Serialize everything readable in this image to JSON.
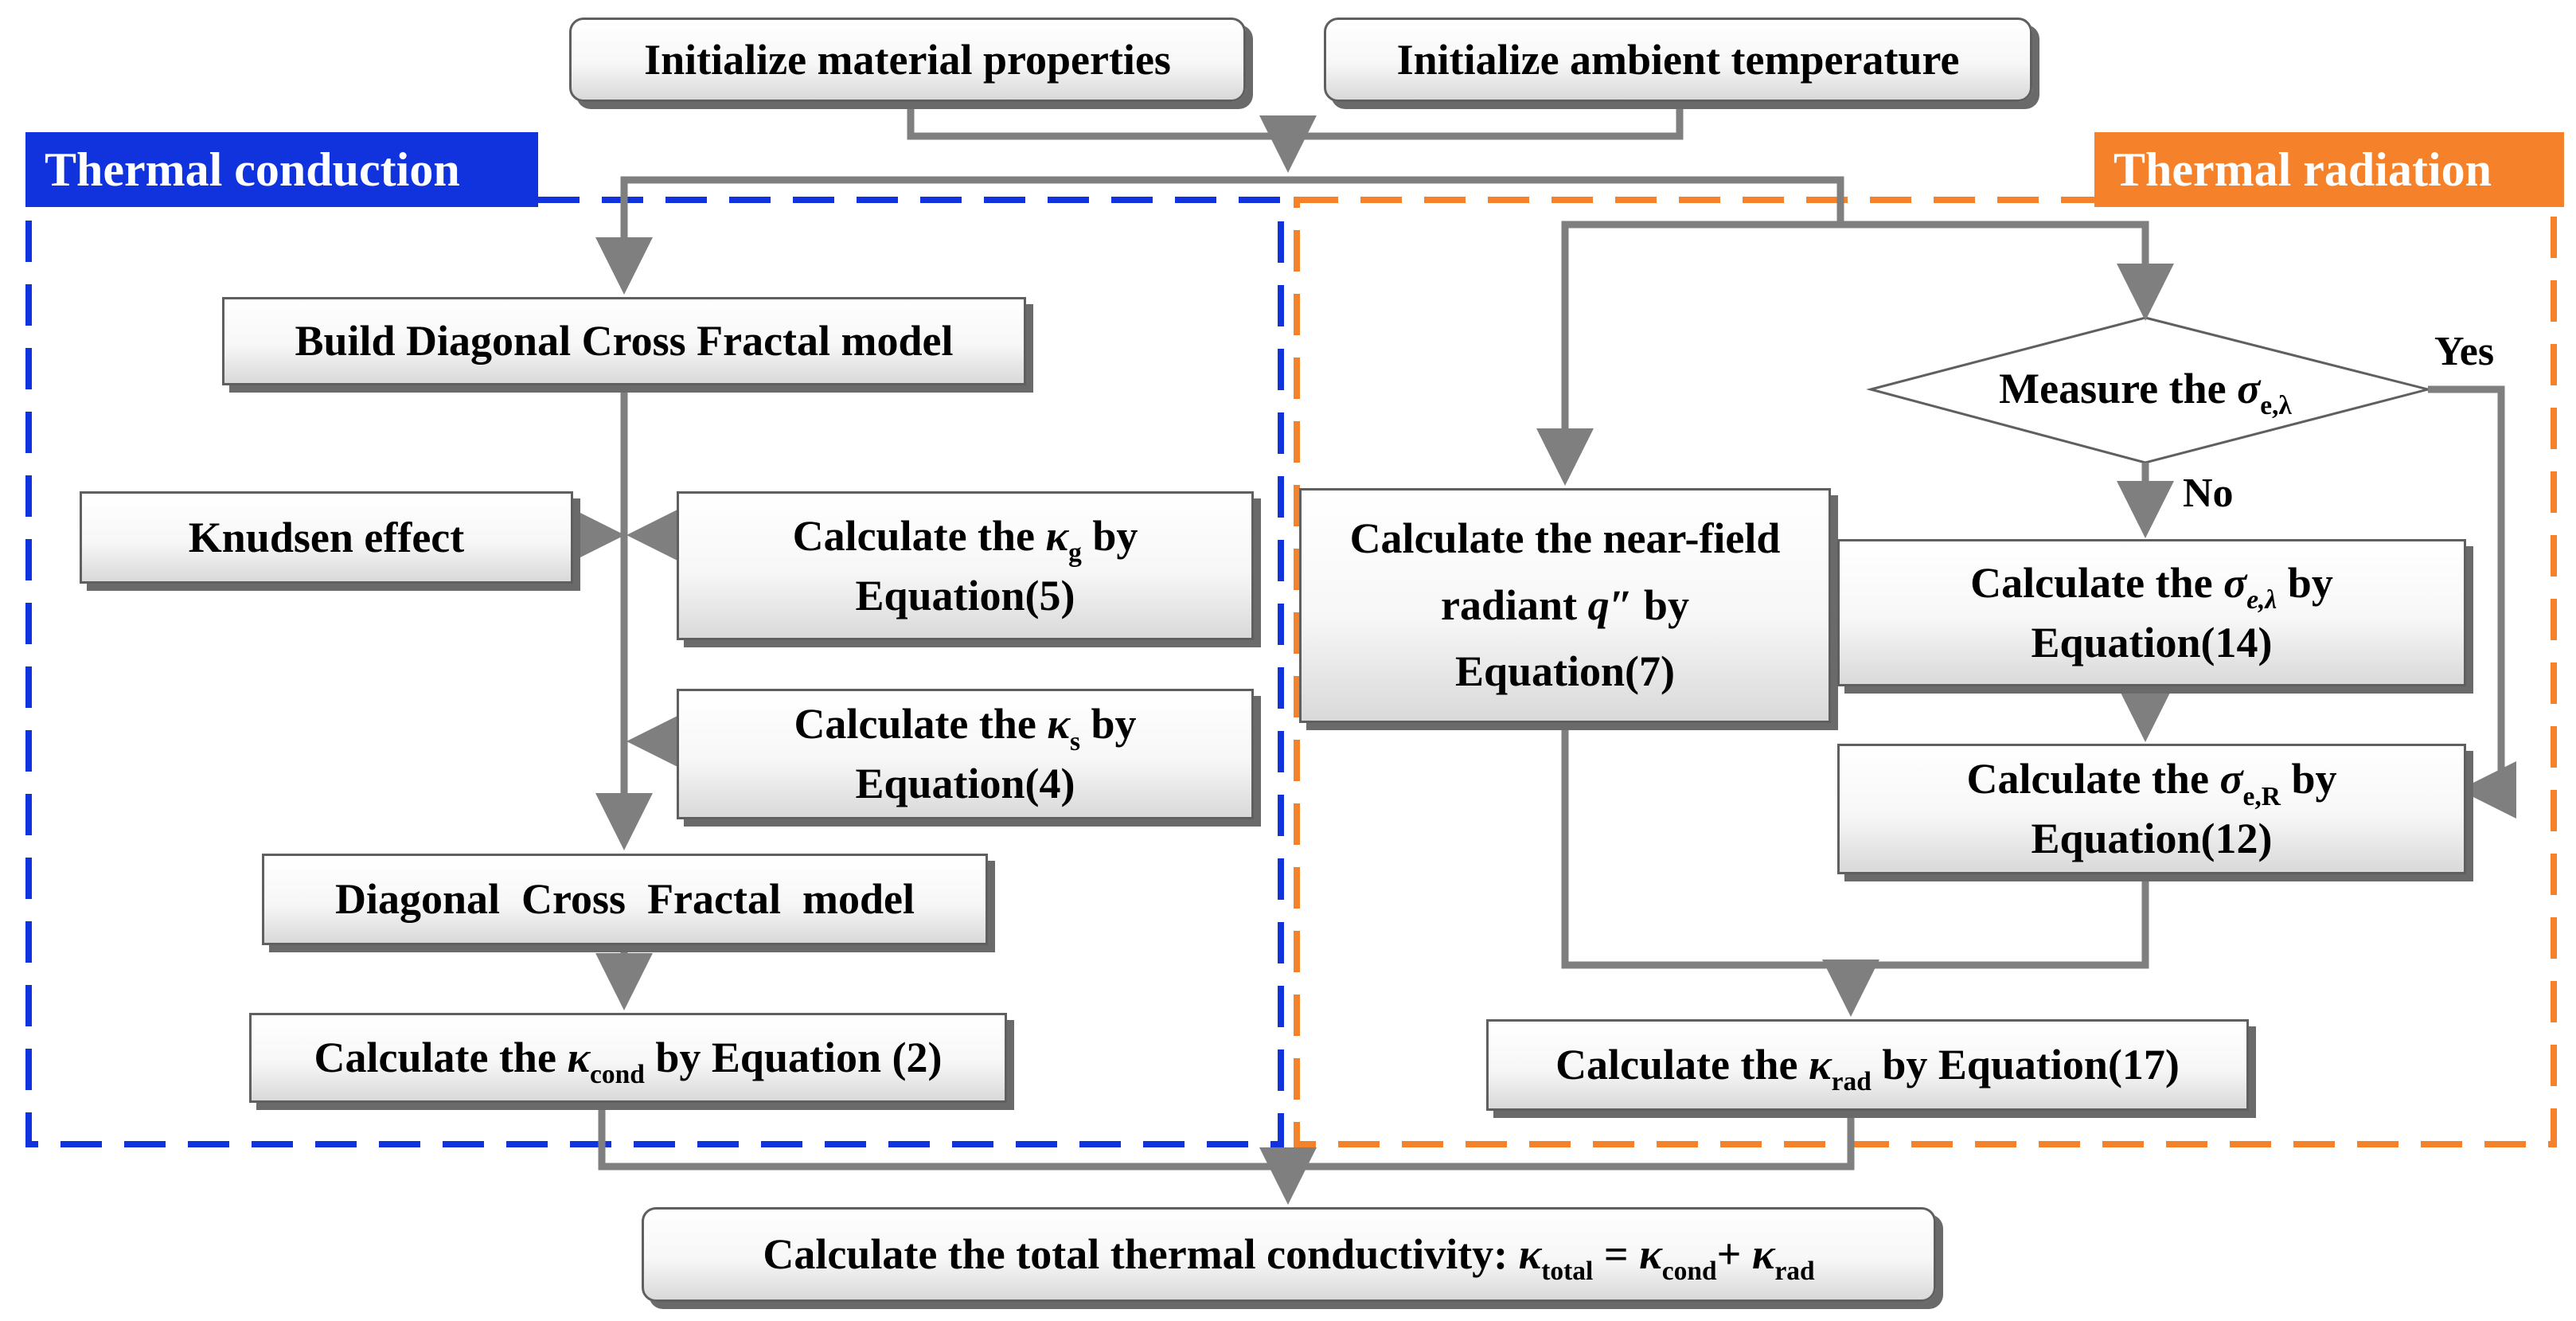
{
  "colors": {
    "conduction_accent": "#1133dd",
    "radiation_accent": "#f5822a",
    "arrow": "#7f7f7f",
    "box_border": "#5f5f5f"
  },
  "regions": {
    "conduction_label": "Thermal conduction",
    "radiation_label": "Thermal radiation"
  },
  "nodes": {
    "init_material": "Initialize material properties",
    "init_ambient": "Initialize ambient temperature",
    "build_model": "Build Diagonal Cross Fractal model",
    "knudsen": "Knudsen effect",
    "kappa_g": {
      "line1_pre": "Calculate the ",
      "symbol": "κ",
      "sub": "g",
      "line1_post": " by",
      "line2": "Equation(5)"
    },
    "kappa_s": {
      "line1_pre": "Calculate the ",
      "symbol": "κ",
      "sub": "s",
      "line1_post": " by",
      "line2": "Equation(4)"
    },
    "dcf_model": "Diagonal  Cross  Fractal  model",
    "kappa_cond": {
      "pre": "Calculate the ",
      "symbol": "κ",
      "sub": "cond",
      "post": " by Equation (2)"
    },
    "near_field": {
      "line1": "Calculate the near-field",
      "line2_pre": "radiant ",
      "symbol": "q″",
      "line2_post": " by",
      "line3": "Equation(7)"
    },
    "measure": {
      "pre": "Measure the ",
      "symbol": "σ",
      "sub": "e,λ"
    },
    "sigma_lambda": {
      "line1_pre": "Calculate the ",
      "symbol": "σ",
      "sub": "e,λ",
      "line1_post": " by",
      "line2": "Equation(14)"
    },
    "sigma_r": {
      "line1_pre": "Calculate the ",
      "symbol": "σ",
      "sub": "e,R",
      "line1_post": " by",
      "line2": "Equation(12)"
    },
    "kappa_rad": {
      "pre": "Calculate the ",
      "symbol": "κ",
      "sub": "rad",
      "post": " by Equation(17)"
    },
    "total": {
      "pre": "Calculate the total thermal conductivity: ",
      "sym1": "κ",
      "sub1": "total",
      "eq": " = ",
      "sym2": "κ",
      "sub2": "cond",
      "plus": "+ ",
      "sym3": "κ",
      "sub3": "rad"
    }
  },
  "branch_labels": {
    "yes": "Yes",
    "no": "No"
  }
}
